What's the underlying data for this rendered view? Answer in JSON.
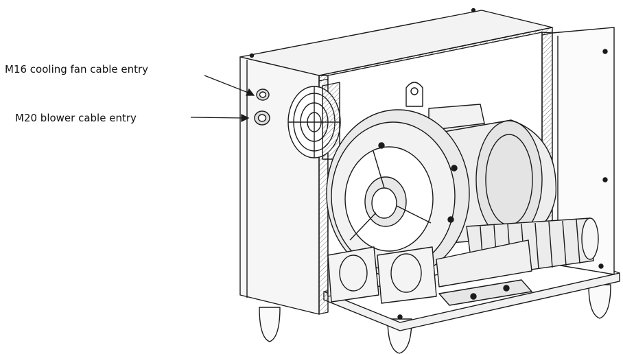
{
  "callouts": [
    {
      "id": "m16",
      "text": "M16 cooling fan cable entry"
    },
    {
      "id": "m20",
      "text": "M20 blower cable entry"
    }
  ],
  "colors": {
    "line": "#1a1a1a",
    "panel_fill": "#f3f3f3",
    "blower_fill": "#e9e9e9",
    "hatch": "#777777",
    "background": "#ffffff"
  }
}
